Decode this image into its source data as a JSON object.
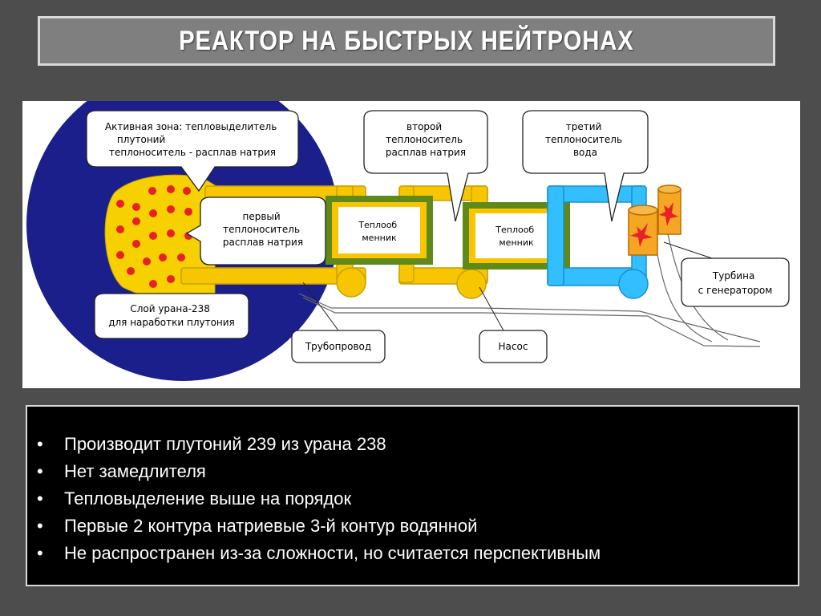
{
  "slide": {
    "title": "РЕАКТОР  НА  БЫСТРЫХ НЕЙТРОНАХ"
  },
  "diagram": {
    "callout_core": [
      "Активная зона: тепловыделитель",
      "плутоний",
      "теплоноситель - расплав натрия"
    ],
    "callout_second": [
      "второй",
      "теплоноситель",
      "расплав натрия"
    ],
    "callout_third": [
      "третий",
      "теплоноситель",
      "вода"
    ],
    "callout_first": [
      "первый",
      "теплоноситель",
      "расплав натрия"
    ],
    "callout_uranium": [
      "Слой урана-238",
      "для наработки плутония"
    ],
    "heat_exchanger_1": [
      "Теплооб",
      "менник"
    ],
    "heat_exchanger_2": [
      "Теплооб",
      "менник"
    ],
    "pipeline": "Трубопровод",
    "pump": "Насос",
    "turbine": [
      "Турбина",
      "с генератором"
    ],
    "colors": {
      "sodium": "#f7c600",
      "water": "#33bfff",
      "reactor_vessel": "#1a1f8c",
      "core": "#f7d000",
      "fuel_dots": "#e8202a",
      "heat_exchanger": "#5f8a1a",
      "turbine": "#f5a623"
    }
  },
  "bullets": [
    "Производит плутоний 239 из урана 238",
    "Нет замедлителя",
    "Тепловыделение выше на порядок",
    "Первые  2 контура натриевые  3-й контур водянной",
    "Не распространен из-за сложности, но считается перспективным"
  ],
  "icons": {
    "bullet": "bullet-dot-icon"
  }
}
